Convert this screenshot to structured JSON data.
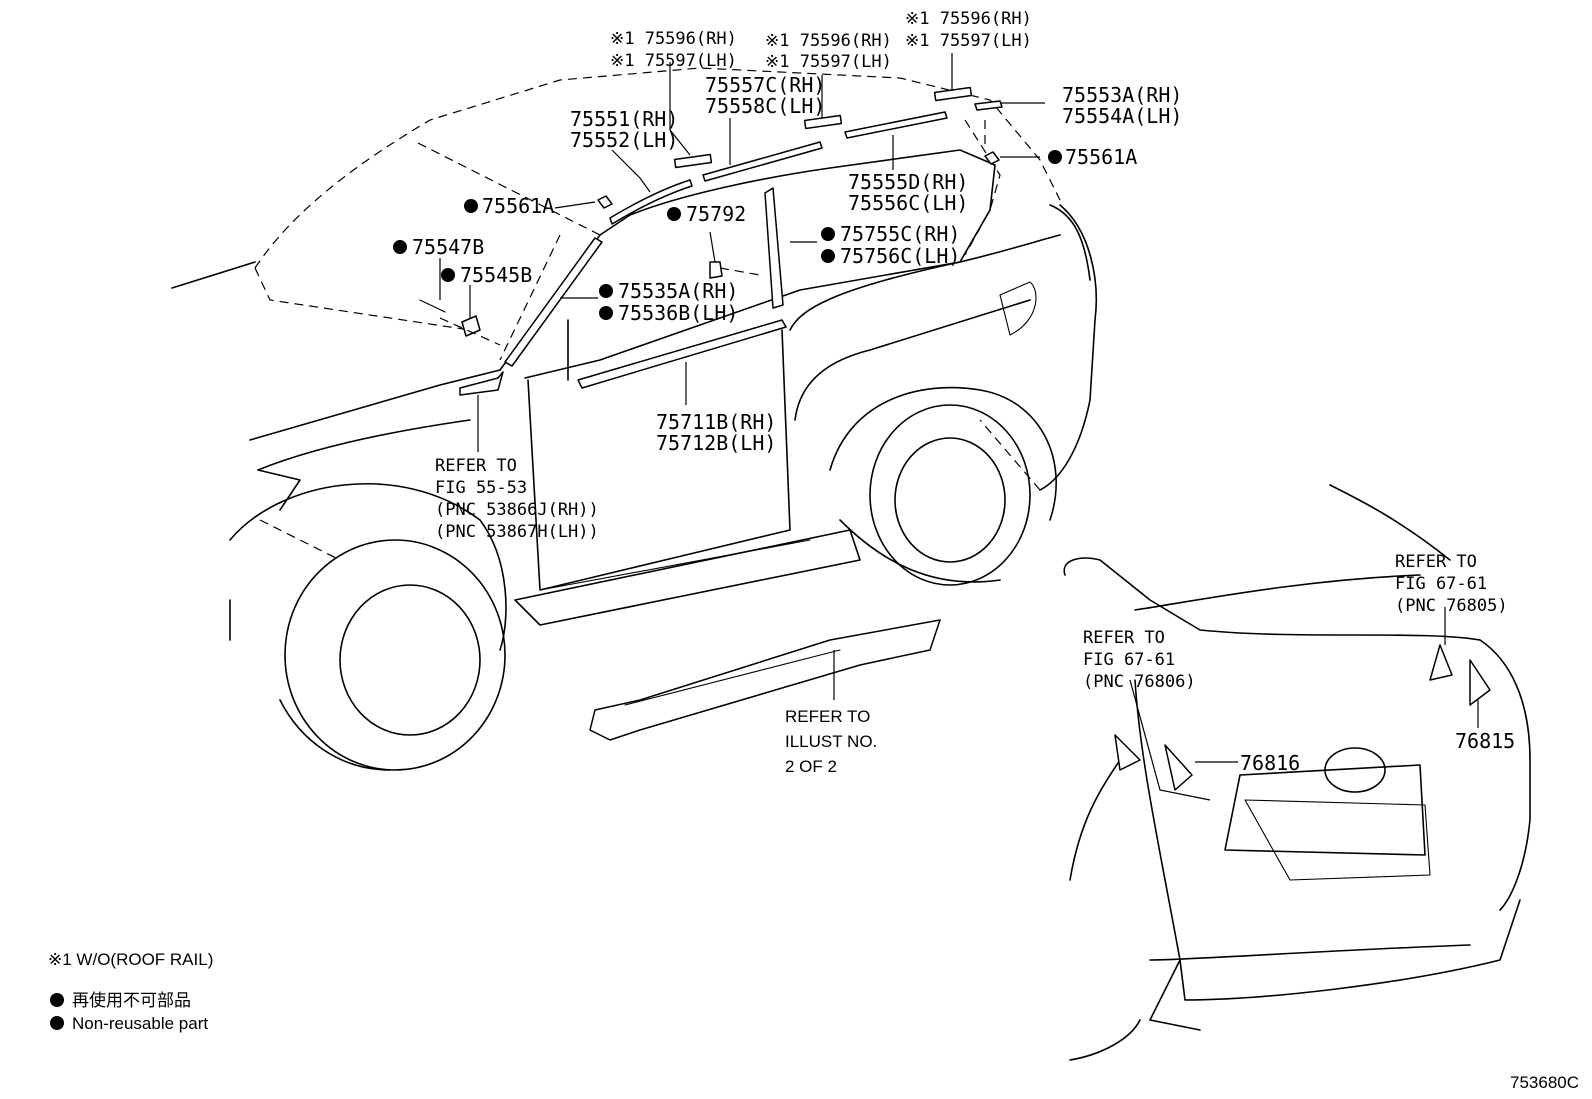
{
  "labels": {
    "p75596_rh_a": "※1 75596(RH)",
    "p75597_lh_a": "※1 75597(LH)",
    "p75596_rh_b": "※1 75596(RH)",
    "p75597_lh_b": "※1 75597(LH)",
    "p75596_rh_c": "※1 75596(RH)",
    "p75597_lh_c": "※1 75597(LH)",
    "p75557c": "75557C(RH)",
    "p75558c": "75558C(LH)",
    "p75551": "75551(RH)",
    "p75552": "75552(LH)",
    "p75553a": "75553A(RH)",
    "p75554a": "75554A(LH)",
    "p75561a_right": "75561A",
    "p75561a_left": "75561A",
    "p75555d": "75555D(RH)",
    "p75556c": "75556C(LH)",
    "p75792": "75792",
    "p75755c": "75755C(RH)",
    "p75756c": "75756C(LH)",
    "p75547b": "75547B",
    "p75545b": "75545B",
    "p75535a": "75535A(RH)",
    "p75536b": "75536B(LH)",
    "p75711b": "75711B(RH)",
    "p75712b": "75712B(LH)",
    "p76816": "76816",
    "p76815": "76815"
  },
  "refs": {
    "fig5553": [
      "REFER TO",
      "FIG 55-53",
      "(PNC 53866J(RH))",
      "(PNC 53867H(LH))"
    ],
    "illust": [
      "REFER TO",
      "ILLUST NO.",
      "2 OF 2"
    ],
    "fig6761_left": [
      "REFER TO",
      "FIG 67-61",
      "(PNC 76806)"
    ],
    "fig6761_right": [
      "REFER TO",
      "FIG 67-61",
      "(PNC 76805)"
    ]
  },
  "legend": {
    "note1": "※1 W/O(ROOF RAIL)",
    "jp": "再使用不可部品",
    "en": "Non-reusable part"
  },
  "diagram_code": "753680C"
}
